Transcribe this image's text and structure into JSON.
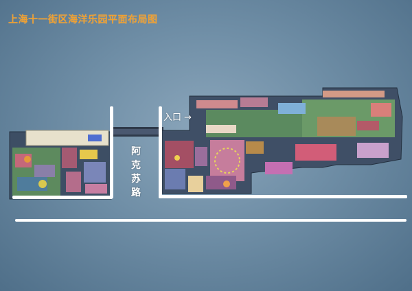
{
  "title": "上海十一街区海洋乐园平面布局图",
  "road_label": "阿克苏路",
  "entrance_label": "入口",
  "colors": {
    "background": "#6f8ea6",
    "title": "#f0a030",
    "roads": "#ffffff"
  },
  "map_areas": [
    {
      "name": "west-block"
    },
    {
      "name": "connector-bridge"
    },
    {
      "name": "east-block"
    }
  ]
}
